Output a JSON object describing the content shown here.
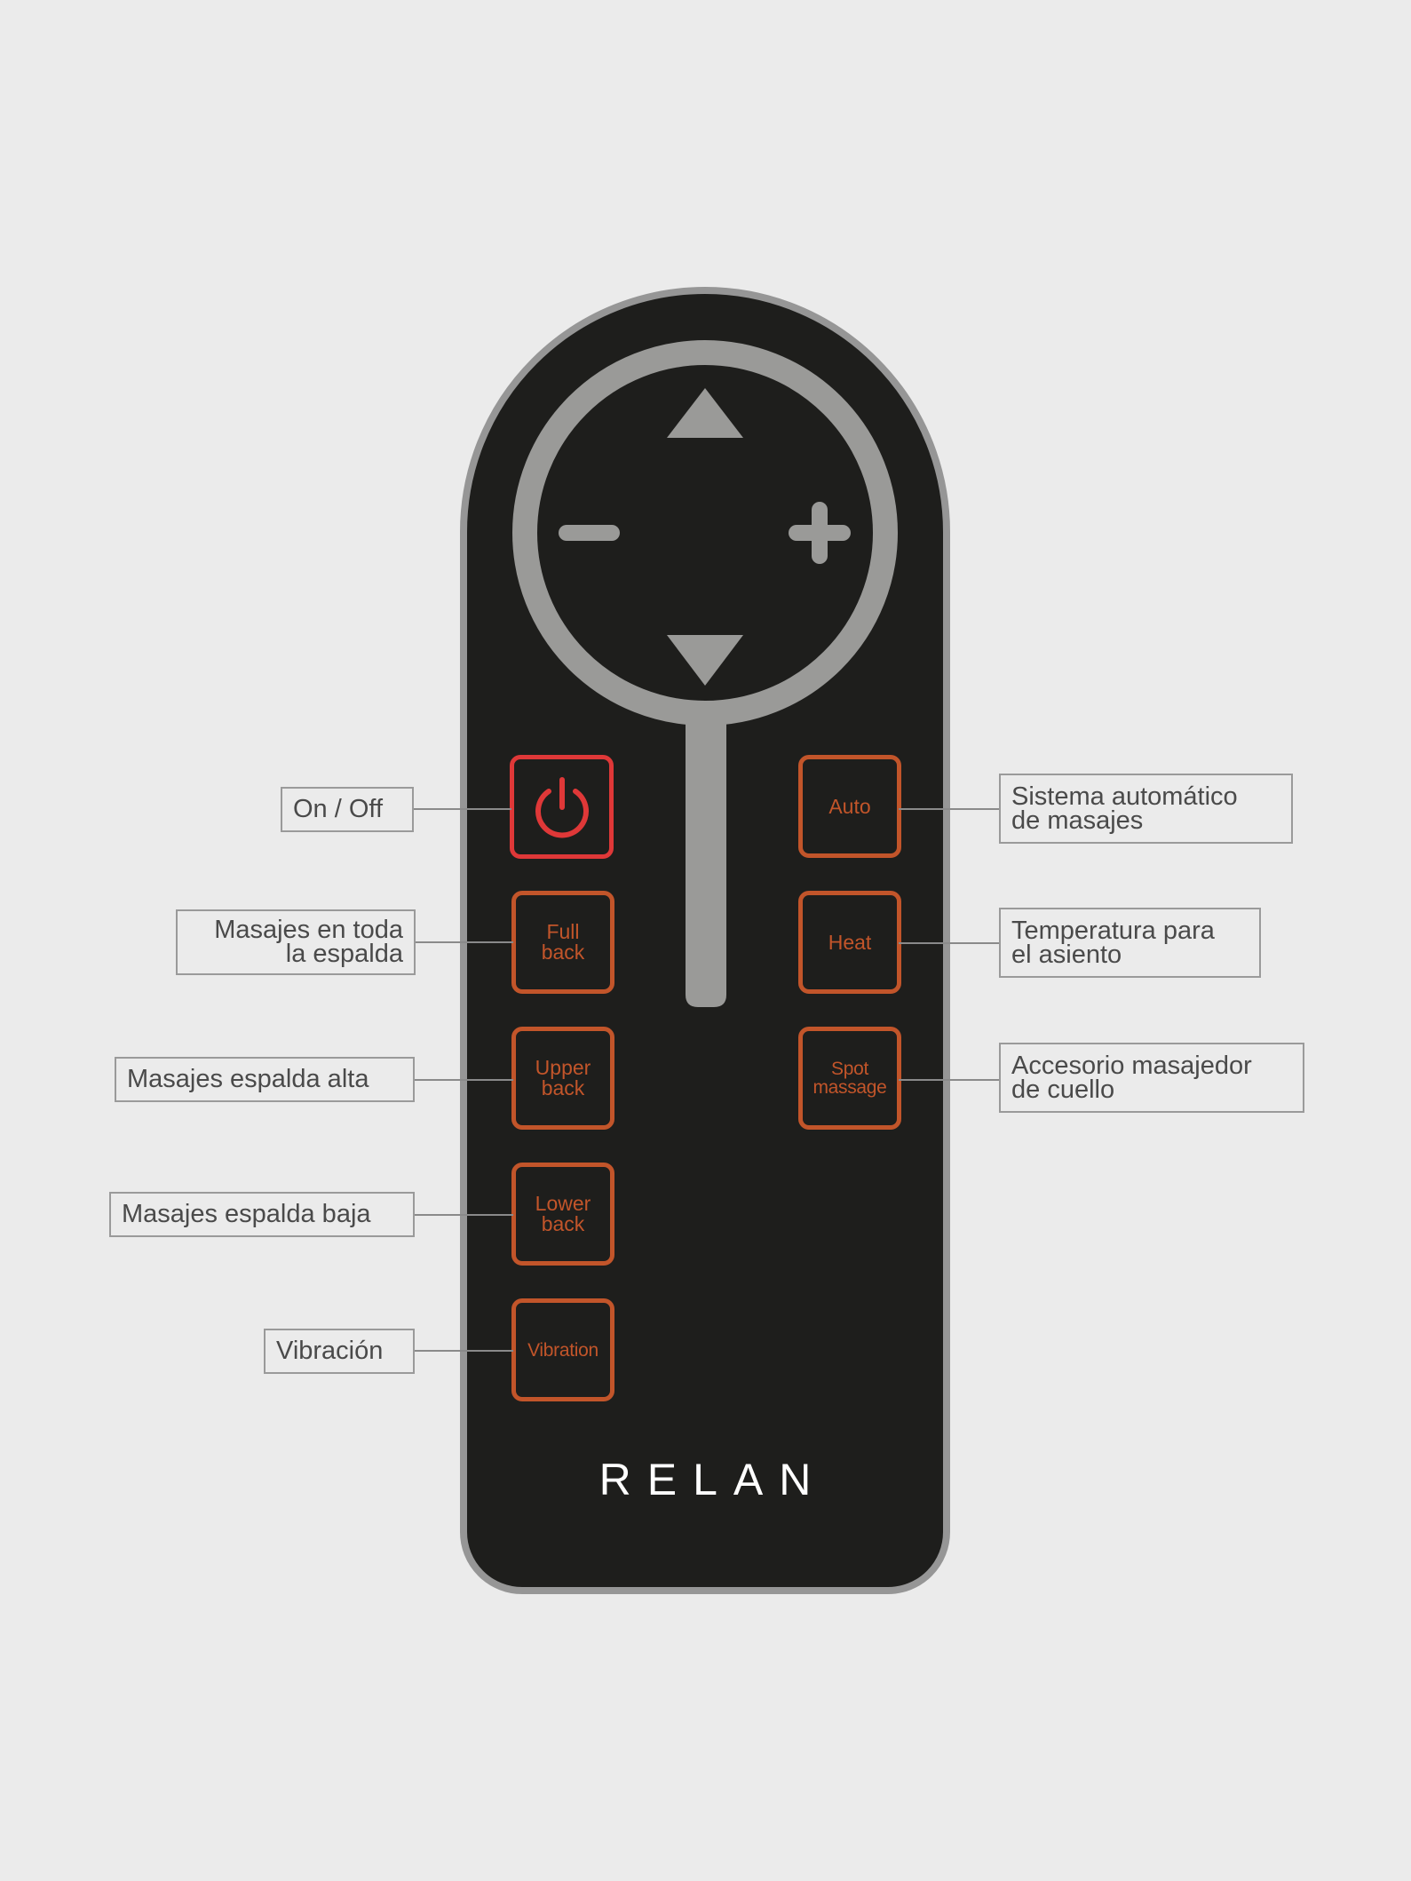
{
  "remote": {
    "brand": "RELAN",
    "colors": {
      "body": "#1e1e1c",
      "rim": "#969696",
      "button_accent": "#c2552a",
      "power_accent": "#df3838",
      "background": "#ebebeb"
    }
  },
  "dpad": {
    "up": "triangle-up-icon",
    "down": "triangle-down-icon",
    "minus": "minus-icon",
    "plus": "plus-icon"
  },
  "buttons": {
    "power": "power-icon",
    "full_back": "Full\nback",
    "upper_back": "Upper\nback",
    "lower_back": "Lower\nback",
    "vibration": "Vibration",
    "auto": "Auto",
    "heat": "Heat",
    "spot_massage": "Spot\nmassage"
  },
  "callouts": {
    "on_off": "On / Off",
    "full_back": "Masajes en toda\nla espalda",
    "upper_back": "Masajes espalda alta",
    "lower_back": "Masajes espalda baja",
    "vibration": "Vibración",
    "auto": "Sistema automático\nde masajes",
    "heat": "Temperatura para\nel asiento",
    "spot_massage": "Accesorio masajedor\nde cuello"
  }
}
